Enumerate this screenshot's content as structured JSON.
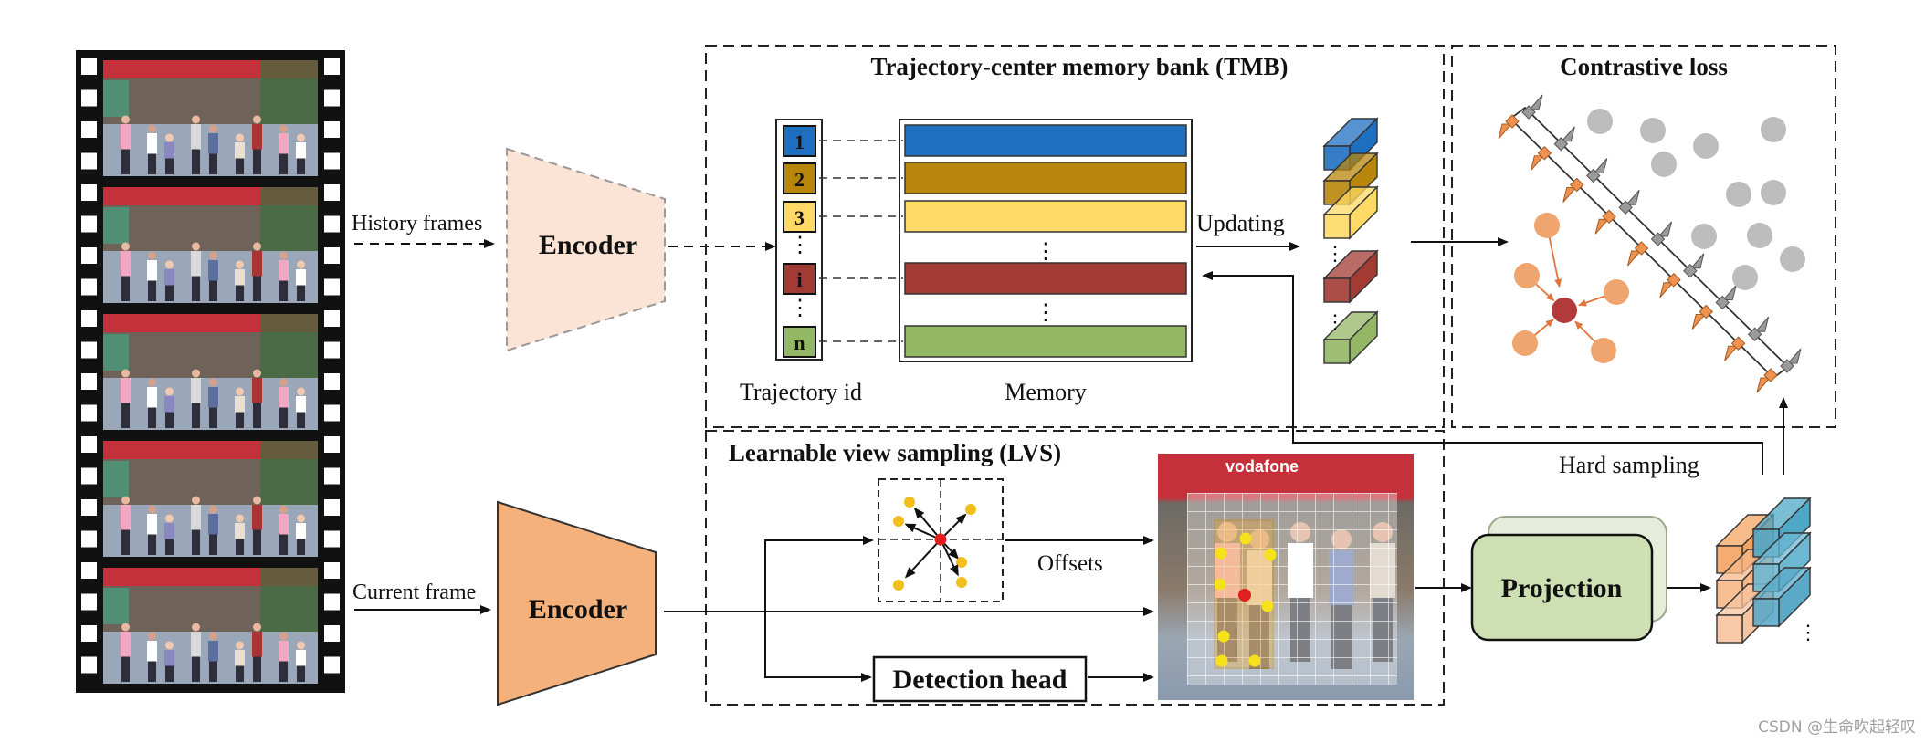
{
  "history_label": "History frames",
  "current_label": "Current frame",
  "encoder_top_label": "Encoder",
  "encoder_bottom_label": "Encoder",
  "tmb": {
    "title": "Trajectory-center memory bank (TMB)",
    "ids": [
      "1",
      "2",
      "3",
      "i",
      "n"
    ],
    "ellipsis": "⋮",
    "id_caption": "Trajectory id",
    "memory_caption": "Memory",
    "colors": [
      "#1f6fc0",
      "#b8860b",
      "#ffd966",
      "#a23b33",
      "#93b764"
    ]
  },
  "updating_label": "Updating",
  "contrastive_title": "Contrastive loss",
  "lvs_title": "Learnable view sampling (LVS)",
  "offsets_label": "Offsets",
  "detection_head_label": "Detection head",
  "projection_label": "Projection",
  "hard_sampling_label": "Hard sampling",
  "image_sign_text": "vodafone",
  "watermark": "CSDN @生命吹起轻叹"
}
